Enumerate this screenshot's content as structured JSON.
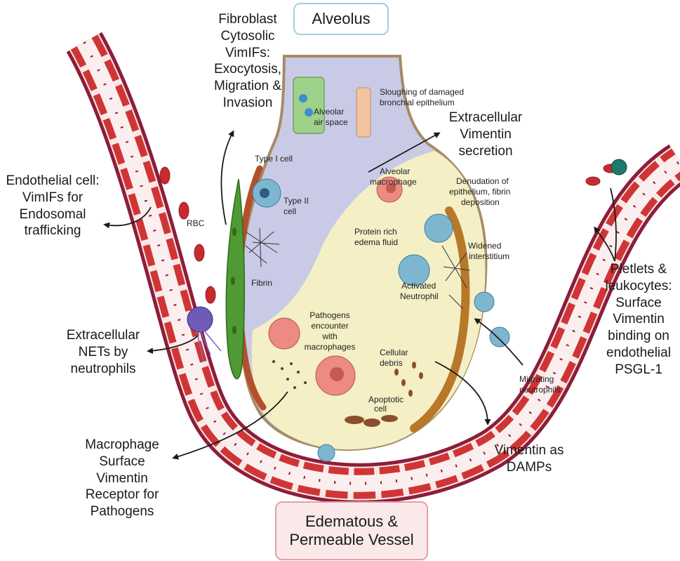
{
  "titles": {
    "alveolus": "Alveolus",
    "vessel_line1": "Edematous &",
    "vessel_line2": "Permeable Vessel"
  },
  "callouts": {
    "fibroblast": [
      "Fibroblast",
      "Cytosolic",
      "VimIFs:",
      "Exocytosis,",
      "Migration &",
      "Invasion"
    ],
    "endothelial": [
      "Endothelial cell:",
      "VimIFs for",
      "Endosomal",
      "trafficking"
    ],
    "extracellular_vimentin": [
      "Extracellular",
      "Vimentin",
      "secretion"
    ],
    "platelets": [
      "Pletlets &",
      "leukocytes:",
      "Surface",
      "Vimentin",
      "binding on",
      "endothelial",
      "PSGL-1"
    ],
    "nets": [
      "Extracellular",
      "NETs by",
      "neutrophils"
    ],
    "macrophage_receptor": [
      "Macrophage",
      "Surface",
      "Vimentin",
      "Receptor for",
      "Pathogens"
    ],
    "damps": [
      "Vimentin as",
      "DAMPs"
    ]
  },
  "labels": {
    "sloughing": [
      "Sloughing of damaged",
      "bronchial epithelium"
    ],
    "alveolar_air_space": [
      "Alveolar",
      "air space"
    ],
    "type1": "Type I cell",
    "type2": [
      "Type II",
      "cell"
    ],
    "alv_macrophage": [
      "Alveolar",
      "macrophage"
    ],
    "denudation": [
      "Denudation of",
      "epithelium, fibrin",
      "deposition"
    ],
    "rbc": "RBC",
    "protein": [
      "Protein rich",
      "edema fluid"
    ],
    "widened": [
      "Widened",
      "interstitium"
    ],
    "fibrin": "Fibrin",
    "activated": [
      "Activated",
      "Neutrophil"
    ],
    "pathogens": [
      "Pathogens",
      "encounter",
      "with",
      "macrophages"
    ],
    "debris": [
      "Cellular",
      "debris"
    ],
    "migrating": [
      "Migrating",
      "neutrophils"
    ],
    "apoptotic": [
      "Apoptotic",
      "cell"
    ]
  },
  "colors": {
    "vessel_wall": "#8e1d3a",
    "endothelial_cell": "#d03535",
    "air_space": "#c9cbe6",
    "edema": "#f4efc5",
    "interstitium": "#b7782a",
    "macrophage": "#ec8a83",
    "neutrophil": "#7fb6cf",
    "fibroblast": "#4f9a34"
  }
}
